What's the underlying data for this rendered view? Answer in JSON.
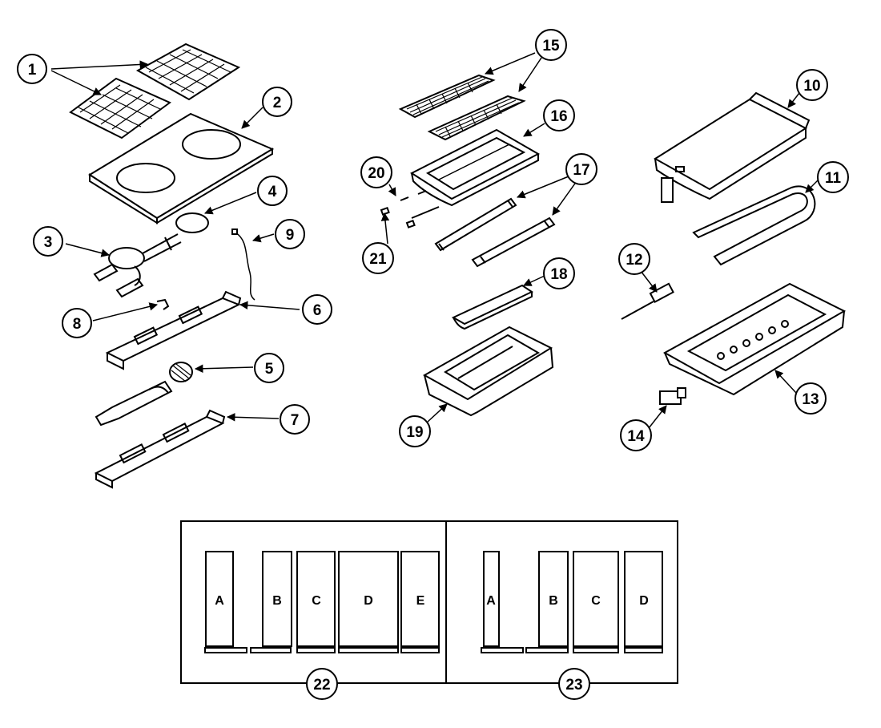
{
  "callouts": {
    "c1": "1",
    "c2": "2",
    "c3": "3",
    "c4": "4",
    "c5": "5",
    "c6": "6",
    "c7": "7",
    "c8": "8",
    "c9": "9",
    "c10": "10",
    "c11": "11",
    "c12": "12",
    "c13": "13",
    "c14": "14",
    "c15": "15",
    "c16": "16",
    "c17": "17",
    "c18": "18",
    "c19": "19",
    "c20": "20",
    "c21": "21",
    "c22": "22",
    "c23": "23"
  },
  "panel_22": {
    "letters": [
      "A",
      "B",
      "C",
      "D",
      "E"
    ]
  },
  "panel_23": {
    "letters": [
      "A",
      "B",
      "C",
      "D"
    ]
  }
}
